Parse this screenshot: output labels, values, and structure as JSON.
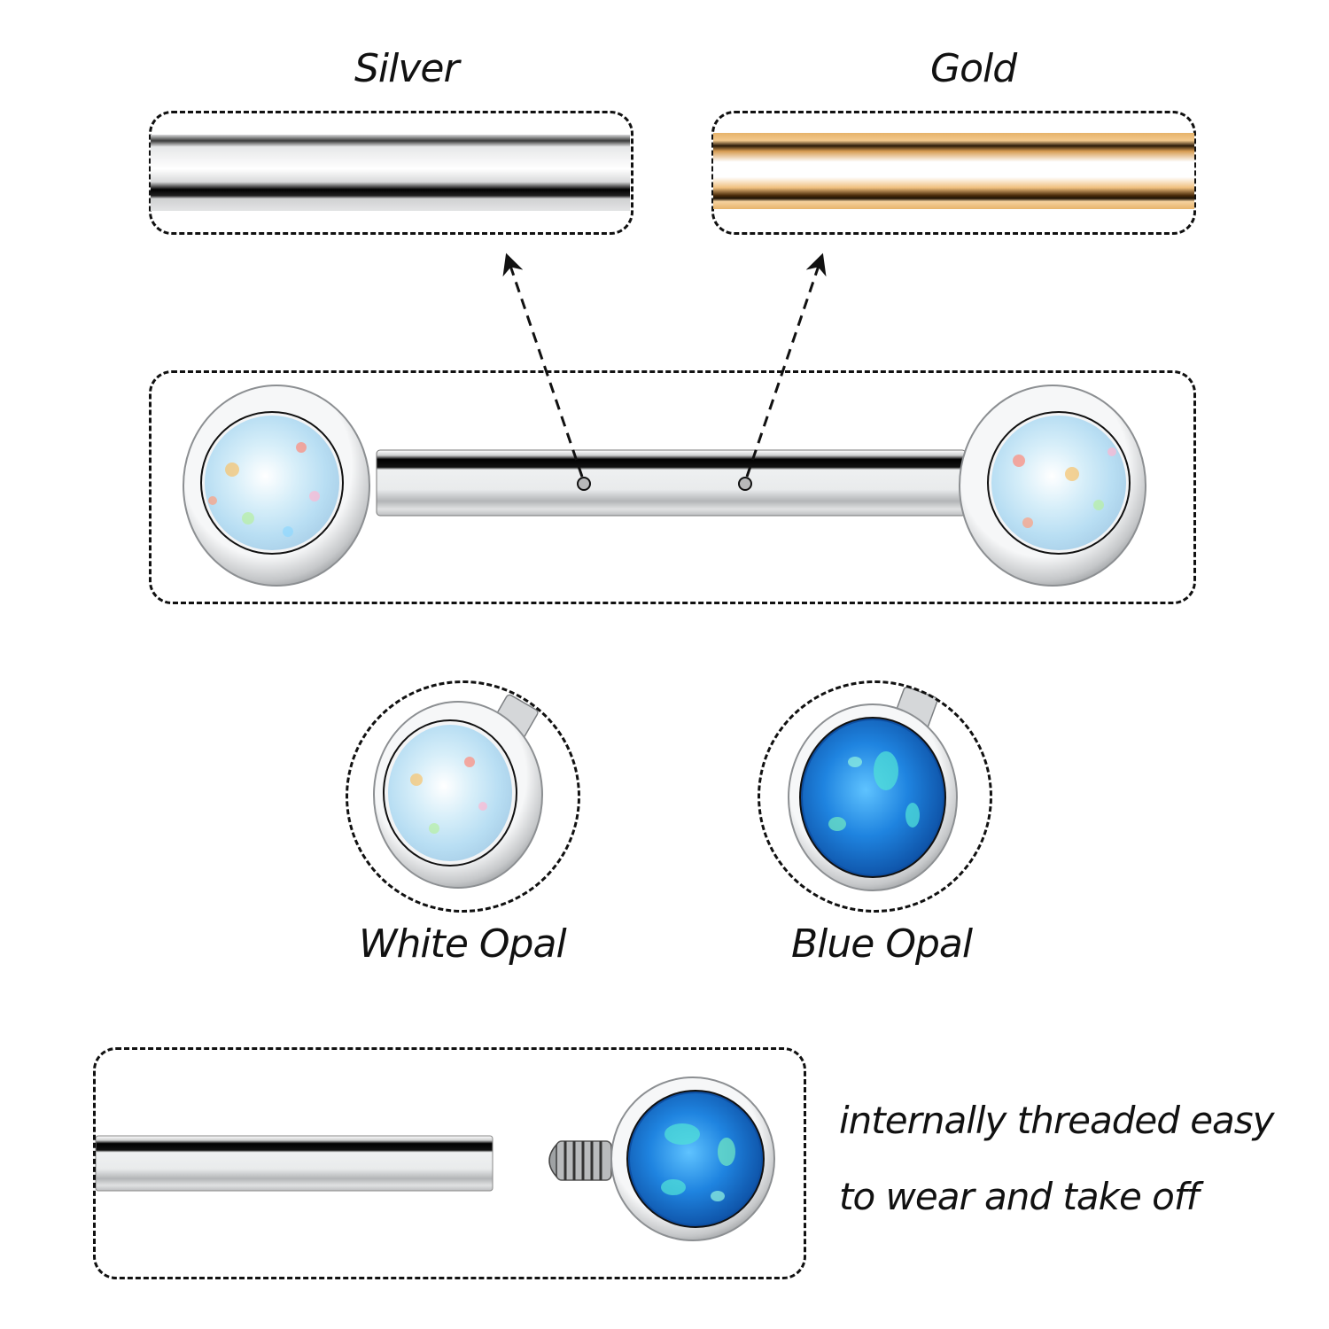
{
  "variants": {
    "bar_colors": [
      {
        "label": "Silver",
        "color": "#c9c9c9"
      },
      {
        "label": "Gold",
        "color": "#e9b46a"
      }
    ],
    "stone_colors": [
      {
        "label": "White Opal",
        "color": "#cfe9f7"
      },
      {
        "label": "Blue Opal",
        "color": "#1e7fd9"
      }
    ]
  },
  "feature_text": {
    "line1": "internally threaded easy",
    "line2": "to wear and take off"
  },
  "colors": {
    "outline": "#111111",
    "silver_light": "#f4f5f6",
    "silver_mid": "#c8cacc",
    "silver_dark": "#8a8d90",
    "gold_light": "#fde2b6",
    "gold_dark": "#b8823f",
    "white_opal": "#d6ecf8",
    "blue_opal": "#1f84e0"
  }
}
